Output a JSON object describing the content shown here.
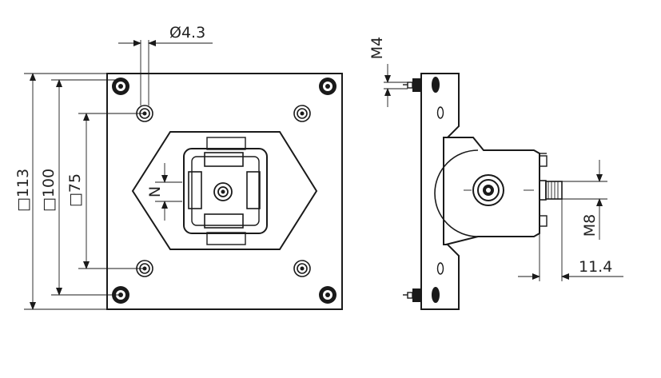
{
  "dimensions": {
    "hole_diameter": "Ø4.3",
    "outer_square": "□113",
    "mid_square": "□100",
    "inner_square": "□75",
    "n_label": "N",
    "m4_label": "M4",
    "m8_label": "M8",
    "offset_label": "11.4"
  },
  "colors": {
    "line": "#1a1a1a",
    "background": "#ffffff"
  },
  "icons": [
    "bolt-hole-icon",
    "screw-head-icon"
  ]
}
